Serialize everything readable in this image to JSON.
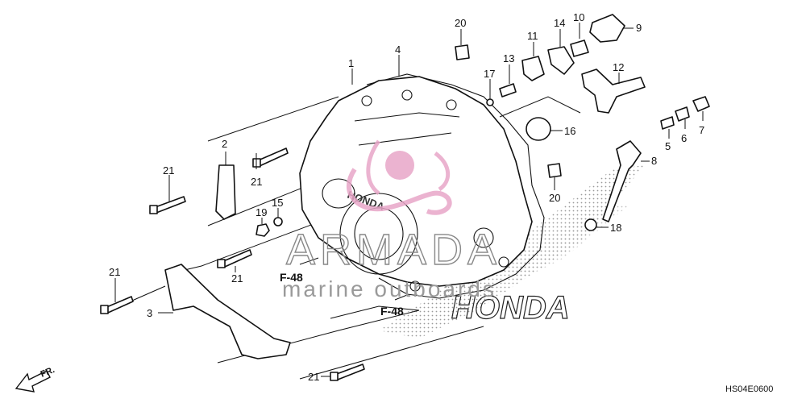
{
  "diagram": {
    "code": "HS04E0600",
    "case_logo": "HONDA",
    "background_logo": "HONDA",
    "front_marker": "FR.",
    "watermark": {
      "title": "ARMADA",
      "subtitle": "marine outboards",
      "color": "#e8a6c8"
    },
    "refs": [
      "F-48",
      "F-48"
    ],
    "callouts": [
      {
        "id": "c1",
        "label": "1"
      },
      {
        "id": "c2",
        "label": "2"
      },
      {
        "id": "c3",
        "label": "3"
      },
      {
        "id": "c4",
        "label": "4"
      },
      {
        "id": "c5",
        "label": "5"
      },
      {
        "id": "c6",
        "label": "6"
      },
      {
        "id": "c7",
        "label": "7"
      },
      {
        "id": "c8",
        "label": "8"
      },
      {
        "id": "c9",
        "label": "9"
      },
      {
        "id": "c10",
        "label": "10"
      },
      {
        "id": "c11",
        "label": "11"
      },
      {
        "id": "c12",
        "label": "12"
      },
      {
        "id": "c13",
        "label": "13"
      },
      {
        "id": "c14",
        "label": "14"
      },
      {
        "id": "c15",
        "label": "15"
      },
      {
        "id": "c16",
        "label": "16"
      },
      {
        "id": "c17",
        "label": "17"
      },
      {
        "id": "c18",
        "label": "18"
      },
      {
        "id": "c19",
        "label": "19"
      },
      {
        "id": "c20a",
        "label": "20"
      },
      {
        "id": "c20b",
        "label": "20"
      },
      {
        "id": "c21a",
        "label": "21"
      },
      {
        "id": "c21b",
        "label": "21"
      },
      {
        "id": "c21c",
        "label": "21"
      },
      {
        "id": "c21d",
        "label": "21"
      },
      {
        "id": "c21e",
        "label": "21"
      }
    ]
  }
}
